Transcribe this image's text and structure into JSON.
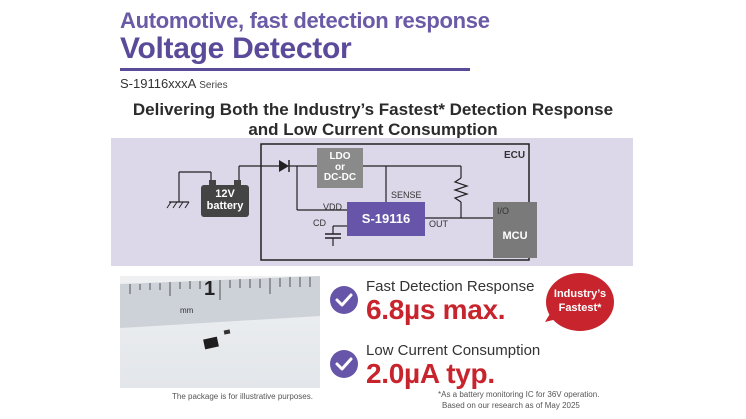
{
  "header": {
    "title_line1": "Automotive, fast detection response",
    "title_line2": "Voltage Detector",
    "series_code": "S-19116xxxA",
    "series_suffix": "Series"
  },
  "headline": {
    "line1": "Delivering Both the Industry’s Fastest* Detection Response",
    "line2": "and Low Current Consumption"
  },
  "diagram": {
    "ecu_label": "ECU",
    "ldo_label_1": "LDO",
    "ldo_label_2": "or",
    "ldo_label_3": "DC-DC",
    "battery_label_1": "12V",
    "battery_label_2": "battery",
    "ic_label": "S-19116",
    "mcu_label": "MCU",
    "io_label": "I/O",
    "sense_label": "SENSE",
    "vdd_label": "VDD",
    "cd_label": "CD",
    "out_label": "OUT"
  },
  "photo": {
    "ruler_mark": "1",
    "ruler_unit": "mm",
    "caption": "The package is for illustrative purposes."
  },
  "features": [
    {
      "label": "Fast Detection Response",
      "value": "6.8µs max."
    },
    {
      "label": "Low Current Consumption",
      "value": "2.0µA typ."
    }
  ],
  "badge": {
    "line1": "Industry’s",
    "line2": "Fastest*"
  },
  "footnotes": {
    "line1": "*As a battery monitoring IC for 36V operation.",
    "line2": "Based on our research as of May 2025"
  },
  "colors": {
    "brand_purple": "#5b4a9a",
    "accent_red": "#c8242e",
    "diagram_bg": "#dcd8ea"
  }
}
